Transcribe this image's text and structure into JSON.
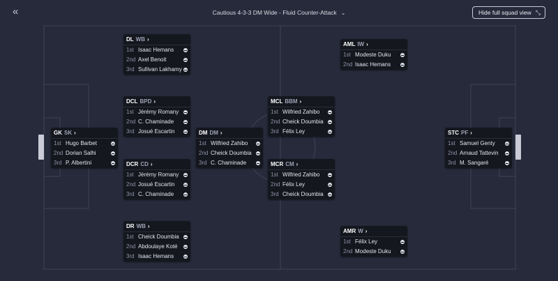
{
  "header": {
    "tactic_title": "Cautious 4-3-3 DM Wide - Fluid Counter-Attack",
    "squad_button": "Hide full squad view"
  },
  "positions": {
    "dl": {
      "pos": "DL",
      "role": "WB",
      "players": [
        {
          "rank": "1st",
          "name": "Isaac Hemans"
        },
        {
          "rank": "2nd",
          "name": "Axel Benoit"
        },
        {
          "rank": "3rd",
          "name": "Sullivan Lakhamy"
        }
      ]
    },
    "dcl": {
      "pos": "DCL",
      "role": "BPD",
      "players": [
        {
          "rank": "1st",
          "name": "Jérémy Romany"
        },
        {
          "rank": "2nd",
          "name": "C. Chaminade"
        },
        {
          "rank": "3rd",
          "name": "Josué Escartin"
        }
      ]
    },
    "gk": {
      "pos": "GK",
      "role": "SK",
      "players": [
        {
          "rank": "1st",
          "name": "Hugo Barbet"
        },
        {
          "rank": "2nd",
          "name": "Dorian Salhi"
        },
        {
          "rank": "3rd",
          "name": "P. Albertini"
        }
      ]
    },
    "dm": {
      "pos": "DM",
      "role": "DM",
      "players": [
        {
          "rank": "1st",
          "name": "Wilfried Zahibo"
        },
        {
          "rank": "2nd",
          "name": "Cheick Doumbia"
        },
        {
          "rank": "3rd",
          "name": "C. Chaminade"
        }
      ]
    },
    "dcr": {
      "pos": "DCR",
      "role": "CD",
      "players": [
        {
          "rank": "1st",
          "name": "Jérémy Romany"
        },
        {
          "rank": "2nd",
          "name": "Josué Escartin"
        },
        {
          "rank": "3rd",
          "name": "C. Chaminade"
        }
      ]
    },
    "dr": {
      "pos": "DR",
      "role": "WB",
      "players": [
        {
          "rank": "1st",
          "name": "Cheick Doumbia"
        },
        {
          "rank": "2nd",
          "name": "Abdoulaye Koté"
        },
        {
          "rank": "3rd",
          "name": "Isaac Hemans"
        }
      ]
    },
    "mcl": {
      "pos": "MCL",
      "role": "BBM",
      "players": [
        {
          "rank": "1st",
          "name": "Wilfried Zahibo"
        },
        {
          "rank": "2nd",
          "name": "Cheick Doumbia"
        },
        {
          "rank": "3rd",
          "name": "Félix Ley"
        }
      ]
    },
    "mcr": {
      "pos": "MCR",
      "role": "CM",
      "players": [
        {
          "rank": "1st",
          "name": "Wilfried Zahibo"
        },
        {
          "rank": "2nd",
          "name": "Félix Ley"
        },
        {
          "rank": "3rd",
          "name": "Cheick Doumbia"
        }
      ]
    },
    "aml": {
      "pos": "AML",
      "role": "IW",
      "players": [
        {
          "rank": "1st",
          "name": "Modeste Duku"
        },
        {
          "rank": "2nd",
          "name": "Isaac Hemans"
        }
      ]
    },
    "amr": {
      "pos": "AMR",
      "role": "W",
      "players": [
        {
          "rank": "1st",
          "name": "Félix Ley"
        },
        {
          "rank": "2nd",
          "name": "Modeste Duku"
        }
      ]
    },
    "stc": {
      "pos": "STC",
      "role": "PF",
      "players": [
        {
          "rank": "1st",
          "name": "Samuel Genty"
        },
        {
          "rank": "2nd",
          "name": "Arnaud Tattevin"
        },
        {
          "rank": "3rd",
          "name": "M. Sangaré"
        }
      ]
    }
  },
  "colors": {
    "background": "#262a3a",
    "pitch_lines": "#3f4457",
    "card": "#15171f",
    "goal": "#c9ccd6"
  },
  "icons": {
    "collapse": "double-chevron-left-icon",
    "title_dropdown": "chevron-down-icon",
    "squad_toggle": "collapse-arrows-icon",
    "card_header": "chevron-right-icon",
    "player_row": "remove-circle-icon"
  }
}
